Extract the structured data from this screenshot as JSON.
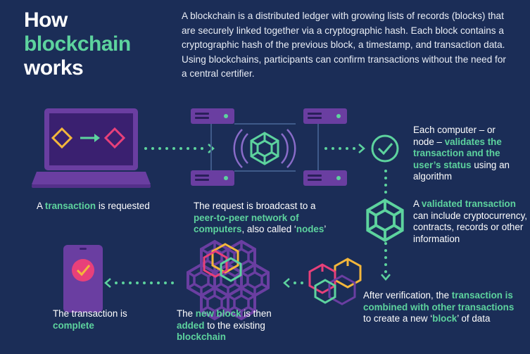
{
  "header": {
    "title_plain_1": "How ",
    "title_highlight": "blockchain",
    "title_plain_2": "works",
    "intro": "A blockchain is a distributed ledger with growing lists of records (blocks) that are securely linked together via a cryptographic hash. Each block contains a cryptographic hash of the previous block, a timestamp, and transaction data. Using blockchains, participants can confirm transactions without the need for a central certifier."
  },
  "steps": {
    "step1": {
      "t1": "A ",
      "g1": "transaction",
      "t2": " is requested"
    },
    "step2": {
      "t1": "The request is broadcast to a ",
      "g1": "peer-to-peer network of computers",
      "t2": ", also called ‘",
      "g2": "nodes",
      "t3": "’"
    },
    "step3": {
      "t1": "Each computer – or node – ",
      "g1": "validates the transaction and the user’s status",
      "t2": " using an algorithm"
    },
    "step4": {
      "t1": "A ",
      "g1": "validated",
      "t2": " ",
      "g2": "transaction",
      "t3": " can include cryptocurrency, contracts, records or other information"
    },
    "step5": {
      "t1": "After verification, the ",
      "g1": "transaction is combined with other transactions",
      "t2": " to create a new ‘",
      "g2": "block",
      "t3": "’ of data"
    },
    "step6": {
      "t1": "The ",
      "g1": "new block",
      "t2": " is then ",
      "g2": "added",
      "t3": " to the existing ",
      "b1": "blockchain"
    },
    "step7": {
      "t1": "The transaction is ",
      "g1": "complete"
    }
  },
  "colors": {
    "background": "#1b2d57",
    "green": "#5dd39e",
    "purple": "#6a3ea1",
    "pink": "#e8407a",
    "yellow": "#f4b73b"
  }
}
